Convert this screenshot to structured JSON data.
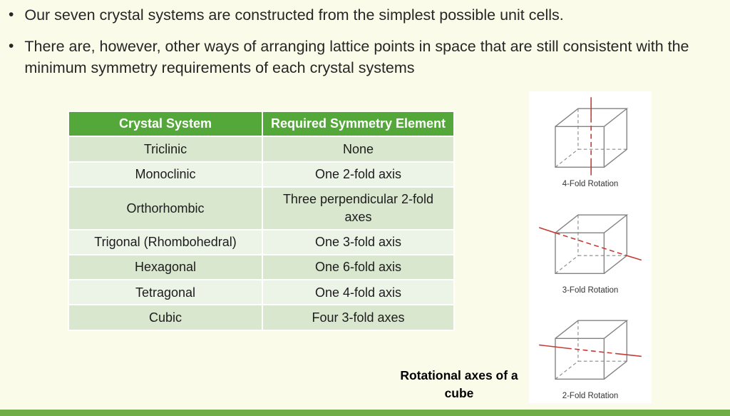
{
  "slide": {
    "bullets": [
      "Our seven crystal systems are constructed from the simplest possible unit cells.",
      "There are, however, other ways of arranging lattice points in space that are still consistent with the minimum symmetry requirements of each crystal systems"
    ],
    "table": {
      "headers": [
        "Crystal System",
        "Required Symmetry Element"
      ],
      "rows": [
        [
          "Triclinic",
          "None"
        ],
        [
          "Monoclinic",
          "One 2-fold axis"
        ],
        [
          "Orthorhombic",
          "Three perpendicular 2-fold axes"
        ],
        [
          "Trigonal (Rhombohedral)",
          "One 3-fold axis"
        ],
        [
          "Hexagonal",
          "One 6-fold axis"
        ],
        [
          "Tetragonal",
          "One 4-fold axis"
        ],
        [
          "Cubic",
          "Four 3-fold axes"
        ]
      ]
    },
    "diagrams": [
      {
        "label": "4-Fold Rotation",
        "axis": "vertical-face-axis"
      },
      {
        "label": "3-Fold Rotation",
        "axis": "body-diagonal-axis"
      },
      {
        "label": "2-Fold Rotation",
        "axis": "edge-midpoint-axis"
      }
    ],
    "caption": "Rotational axes of a cube",
    "colors": {
      "background": "#FBFBE9",
      "table_header_green": "#53A839",
      "row_shade_dark": "#D9E7CF",
      "row_shade_light": "#ECF3E7",
      "axis_red": "#C43C35",
      "footer_bar_green": "#70AD47"
    }
  }
}
